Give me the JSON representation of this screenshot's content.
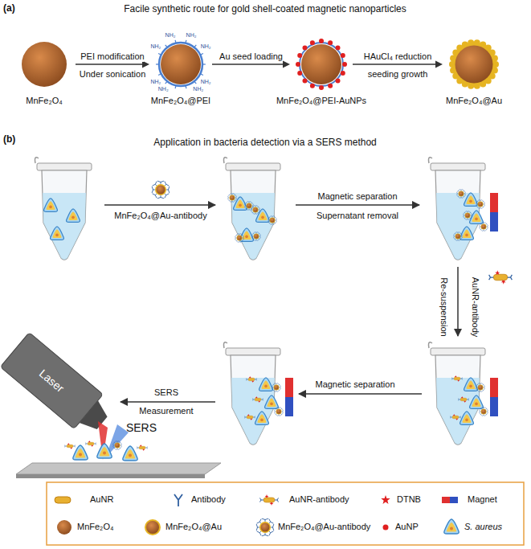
{
  "diagram": {
    "nodes": [
      {
        "text": [
          "MnFe₂O₄"
        ]
      },
      {
        "text": [
          "MnFe₂O₄@PEI"
        ]
      },
      {
        "text": [
          "MnFe₂O₄@PEI-AuNPs"
        ]
      },
      {
        "text": [
          "MnFe₂O₄@Au"
        ]
      }
    ],
    "edges": [
      {
        "from": 0,
        "to": 1,
        "arrow": "to",
        "label": "PEI modification"
      },
      {
        "from": 1,
        "to": 2,
        "arrow": "to",
        "label": "Au seed loading"
      },
      {
        "from": 2,
        "to": 3,
        "arrow": "to",
        "label": "HAuCl₄ reduction"
      }
    ],
    "labels": [
      "(a)",
      "Facile synthetic route for gold shell-coated magnetic nanoparticles",
      "Under sonication",
      "seeding growth",
      "NH₂",
      "NH₂",
      "NH₂",
      "NH₂",
      "NH₂",
      "NH₂",
      "NH₂",
      "NH₂",
      "(b)",
      "Application in bacteria detection via a SERS method",
      "MnFe₂O₄@Au-antibody",
      "Magnetic separation",
      "Supernatant removal",
      "AuNR-antibody",
      "Re-suspension",
      "Magnetic separation",
      "SERS",
      "Measurement",
      "Laser",
      "SERS"
    ],
    "legend": [
      {
        "text": "AuNR"
      },
      {
        "text": "Antibody"
      },
      {
        "text": "AuNR-antibody"
      },
      {
        "text": "DTNB"
      },
      {
        "text": "Magnet"
      },
      {
        "text": "MnFe₂O₄"
      },
      {
        "text": "MnFe₂O₄@Au"
      },
      {
        "text": "MnFe₂O₄@Au-antibody"
      },
      {
        "text": "AuNP"
      },
      {
        "text": "S. aureus"
      }
    ]
  }
}
